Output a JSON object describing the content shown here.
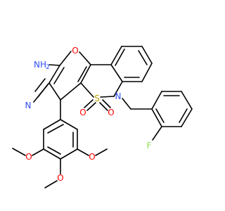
{
  "atoms": {
    "o_ring": "O",
    "nh2": "NH",
    "nh2_sub": "2",
    "n_nitrile": "N",
    "s": "S",
    "o_sulfonyl_left": "O",
    "o_sulfonyl_right": "O",
    "n_ring": "N",
    "f": "F",
    "o_meo_left": "O",
    "o_meo_right": "O",
    "o_meo_bottom": "O"
  },
  "colors": {
    "bond": "#000000",
    "oxygen": "#FF0000",
    "nitrogen": "#3050F8",
    "sulfur": "#B8A000",
    "fluorine": "#90E050"
  }
}
